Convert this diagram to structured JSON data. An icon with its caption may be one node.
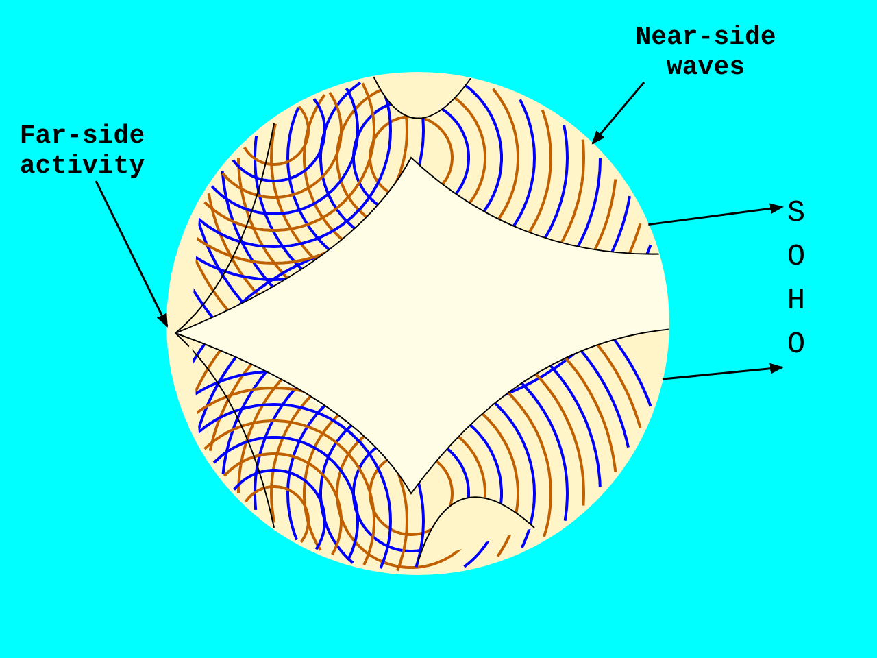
{
  "diagram": {
    "nodes": [
      {
        "text": [
          "Far-side activity"
        ]
      },
      {
        "text": [
          "Near-side waves"
        ]
      },
      {
        "text": [],
        "shape": "picture"
      },
      {
        "text": [
          "SOHO"
        ]
      }
    ],
    "edges": [
      {
        "from": 0,
        "to": 2,
        "arrow": "to"
      },
      {
        "from": 1,
        "to": 2,
        "arrow": "to"
      },
      {
        "from": 2,
        "to": 3,
        "arrow": "to"
      },
      {
        "from": 2,
        "to": 3,
        "arrow": "to"
      }
    ]
  }
}
